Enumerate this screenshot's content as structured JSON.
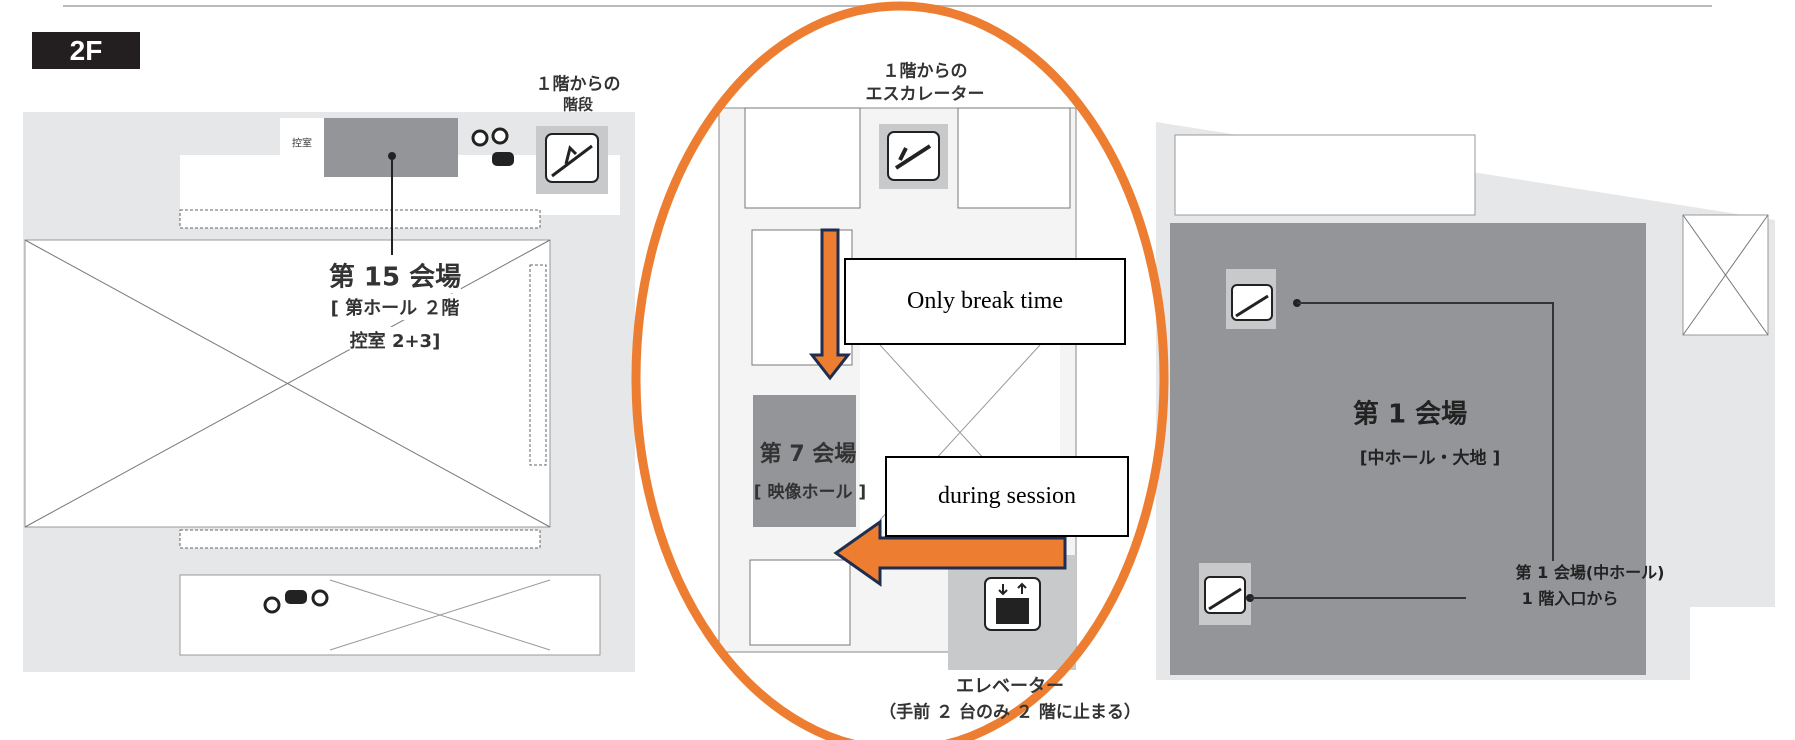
{
  "floor_label": "2F",
  "colors": {
    "highlight": "#ed7d31",
    "arrow_outline": "#1f2d4e",
    "room": "#939598",
    "area": "#e6e7e8"
  },
  "left_building": {
    "stairs_label_line1": "１階からの",
    "stairs_label_line2": "階段",
    "small_room": "控室",
    "venue_name": "第 15 会場",
    "venue_sub1": "[ 第ホール ２階",
    "venue_sub2": "控室 2+3]"
  },
  "center_building": {
    "escalator_label_line1": "１階からの",
    "escalator_label_line2": "エスカレーター",
    "venue_name": "第 7 会場",
    "venue_sub": "[ 映像ホール ]",
    "elevator_label_line1": "エレベーター",
    "elevator_label_line2": "（手前 ２ 台のみ ２ 階に止まる）"
  },
  "annotations": {
    "break_note": "Only break time",
    "session_note": "during session"
  },
  "right_building": {
    "venue_name": "第 1 会場",
    "venue_sub": "[中ホール・大地 ]",
    "entrance_line1": "第 1 会場(中ホール)",
    "entrance_line2": "1 階入口から"
  }
}
